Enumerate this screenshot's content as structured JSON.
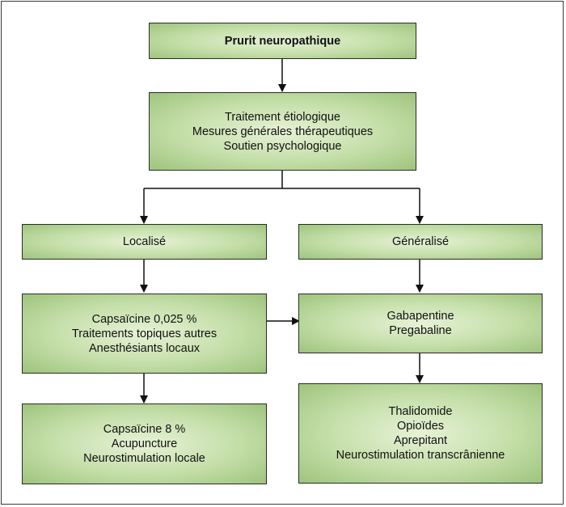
{
  "nodes": {
    "root": {
      "lines": [
        "Prurit neuropathique"
      ]
    },
    "general": {
      "lines": [
        "Traitement étiologique",
        "Mesures générales thérapeutiques",
        "Soutien psychologique"
      ]
    },
    "localise": {
      "lines": [
        "Localisé"
      ]
    },
    "generalise": {
      "lines": [
        "Généralisé"
      ]
    },
    "local_treatments": {
      "lines": [
        "Capsaïcine 0,025 %",
        "Traitements topiques autres",
        "Anesthésiants locaux"
      ]
    },
    "gaba": {
      "lines": [
        "Gabapentine",
        "Pregabaline"
      ]
    },
    "local_second": {
      "lines": [
        "Capsaïcine 8 %",
        "Acupuncture",
        "Neurostimulation locale"
      ]
    },
    "general_second": {
      "lines": [
        "Thalidomide",
        "Opioïdes",
        "Aprepitant",
        "Neurostimulation transcrânienne"
      ]
    }
  },
  "edges": [
    {
      "from": "root",
      "to": "general"
    },
    {
      "from": "general",
      "to": "localise"
    },
    {
      "from": "general",
      "to": "generalise"
    },
    {
      "from": "localise",
      "to": "local_treatments"
    },
    {
      "from": "local_treatments",
      "to": "gaba"
    },
    {
      "from": "local_treatments",
      "to": "local_second"
    },
    {
      "from": "generalise",
      "to": "gaba"
    },
    {
      "from": "gaba",
      "to": "general_second"
    }
  ],
  "colors": {
    "box_center": "#e6f2d6",
    "box_edge": "#9ec47d",
    "line": "#111111"
  }
}
